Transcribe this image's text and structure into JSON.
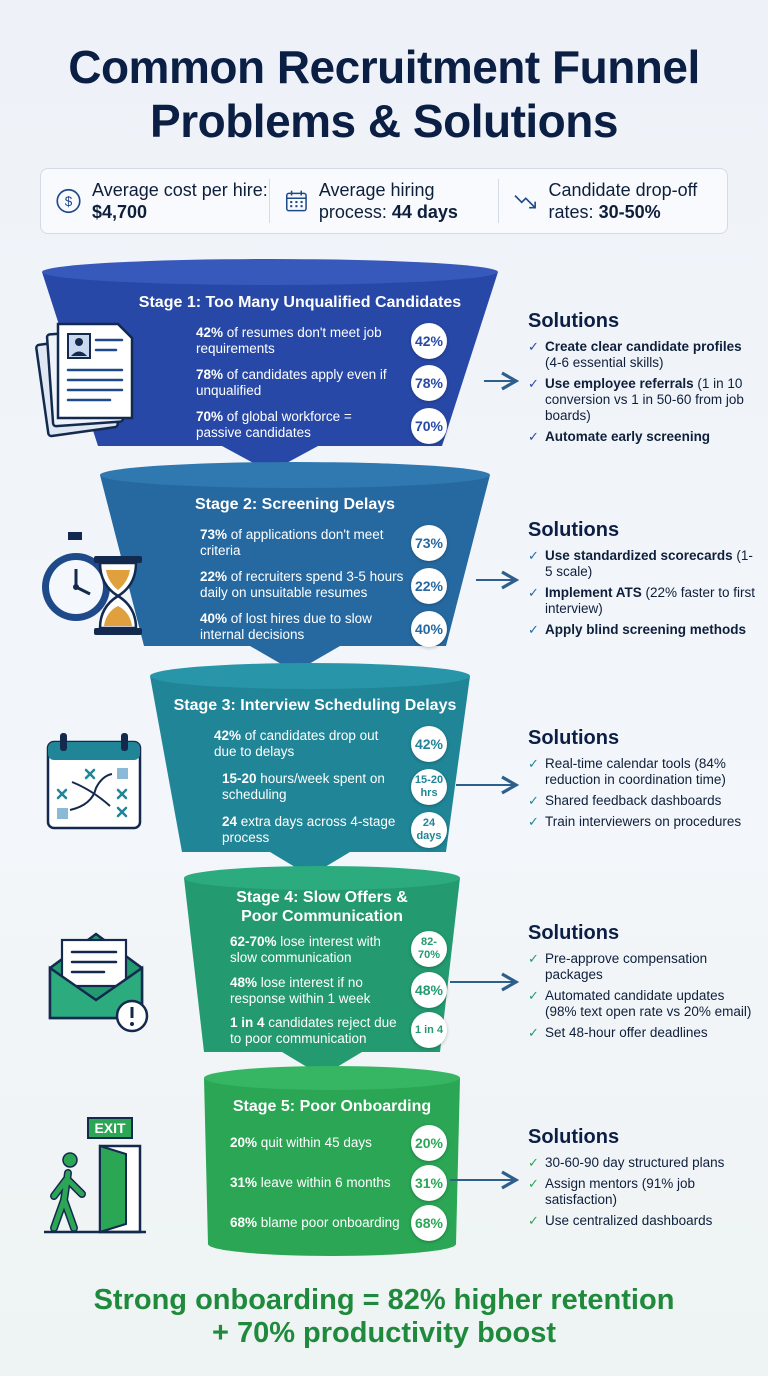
{
  "title": {
    "line1": "Common Recruitment Funnel",
    "line2": "Problems & Solutions"
  },
  "stats": [
    {
      "icon": "dollar-icon",
      "text": "Average cost per hire:",
      "value": "$4,700"
    },
    {
      "icon": "calendar-icon",
      "text": "Average hiring process:",
      "value": "44 days"
    },
    {
      "icon": "trend-down-icon",
      "text": "Candidate drop-off rates:",
      "value": "30-50%"
    }
  ],
  "stages": [
    {
      "title": "Stage 1: Too Many Unqualified Candidates",
      "color": "#2748a6",
      "icon": "resume-icon",
      "items": [
        {
          "lead": "42%",
          "text": " of resumes don't meet job requirements",
          "badge": "42%"
        },
        {
          "lead": "78%",
          "text": " of candidates apply even if unqualified",
          "badge": "78%"
        },
        {
          "lead": "70%",
          "text": " of global workforce = passive candidates",
          "badge": "70%"
        }
      ],
      "solutions_title": "Solutions",
      "solutions": [
        {
          "main": "Create clear candidate profiles",
          "sub": " (4-6 essential skills)"
        },
        {
          "main": "Use employee referrals",
          "sub": " (1 in 10 conversion vs 1 in 50-60 from job boards)"
        },
        {
          "main": "Automate early screening",
          "sub": ""
        }
      ]
    },
    {
      "title": "Stage 2: Screening Delays",
      "color": "#2669a0",
      "icon": "stopwatch-hourglass-icon",
      "items": [
        {
          "lead": "73%",
          "text": " of applications don't meet criteria",
          "badge": "73%"
        },
        {
          "lead": "22%",
          "text": " of recruiters spend 3-5 hours daily on unsuitable resumes",
          "badge": "22%"
        },
        {
          "lead": "40%",
          "text": " of lost hires due to slow internal decisions",
          "badge": "40%"
        }
      ],
      "solutions_title": "Solutions",
      "solutions": [
        {
          "main": "Use standardized scorecards",
          "sub": " (1-5 scale)"
        },
        {
          "main": "Implement ATS",
          "sub": " (22% faster to first interview)"
        },
        {
          "main": "Apply blind screening methods",
          "sub": ""
        }
      ]
    },
    {
      "title": "Stage 3: Interview Scheduling Delays",
      "color": "#1f8597",
      "icon": "calendar-schedule-icon",
      "items": [
        {
          "lead": "42%",
          "text": " of candidates drop out due to delays",
          "badge": "42%"
        },
        {
          "lead": "15-20",
          "text": " hours/week spent on scheduling",
          "badge": "15-20 hrs"
        },
        {
          "lead": "24",
          "text": " extra days across 4-stage process",
          "badge": "24 days"
        }
      ],
      "solutions_title": "Solutions",
      "solutions": [
        {
          "main": "",
          "sub": "Real-time calendar tools (84% reduction in coordination time)"
        },
        {
          "main": "",
          "sub": "Shared feedback dashboards"
        },
        {
          "main": "",
          "sub": "Train interviewers on procedures"
        }
      ]
    },
    {
      "title": "Stage 4: Slow Offers & Poor Communication",
      "color": "#239a70",
      "icon": "email-alert-icon",
      "items": [
        {
          "lead": "62-70%",
          "text": " lose interest with slow communication",
          "badge": "82-70%"
        },
        {
          "lead": "48%",
          "text": " lose interest if no response within 1 week",
          "badge": "48%"
        },
        {
          "lead": "1 in 4",
          "text": " candidates reject due to poor communication",
          "badge": "1 in 4"
        }
      ],
      "solutions_title": "Solutions",
      "solutions": [
        {
          "main": "",
          "sub": "Pre-approve compensation packages"
        },
        {
          "main": "",
          "sub": "Automated candidate updates (98% text open rate vs 20% email)"
        },
        {
          "main": "",
          "sub": "Set 48-hour offer deadlines"
        }
      ]
    },
    {
      "title": "Stage 5: Poor Onboarding",
      "color": "#2aa655",
      "icon": "exit-door-icon",
      "icon_label": "EXIT",
      "items": [
        {
          "lead": "20%",
          "text": " quit within 45 days",
          "badge": "20%"
        },
        {
          "lead": "31%",
          "text": " leave within 6 months",
          "badge": "31%"
        },
        {
          "lead": "68%",
          "text": " blame poor onboarding",
          "badge": "68%"
        }
      ],
      "solutions_title": "Solutions",
      "solutions": [
        {
          "main": "",
          "sub": "30-60-90 day structured plans"
        },
        {
          "main": "",
          "sub": "Assign mentors (91% job satisfaction)"
        },
        {
          "main": "",
          "sub": "Use centralized dashboards"
        }
      ]
    }
  ],
  "footer": {
    "line1": "Strong onboarding = 82% higher retention",
    "line2": "+ 70% productivity boost"
  }
}
